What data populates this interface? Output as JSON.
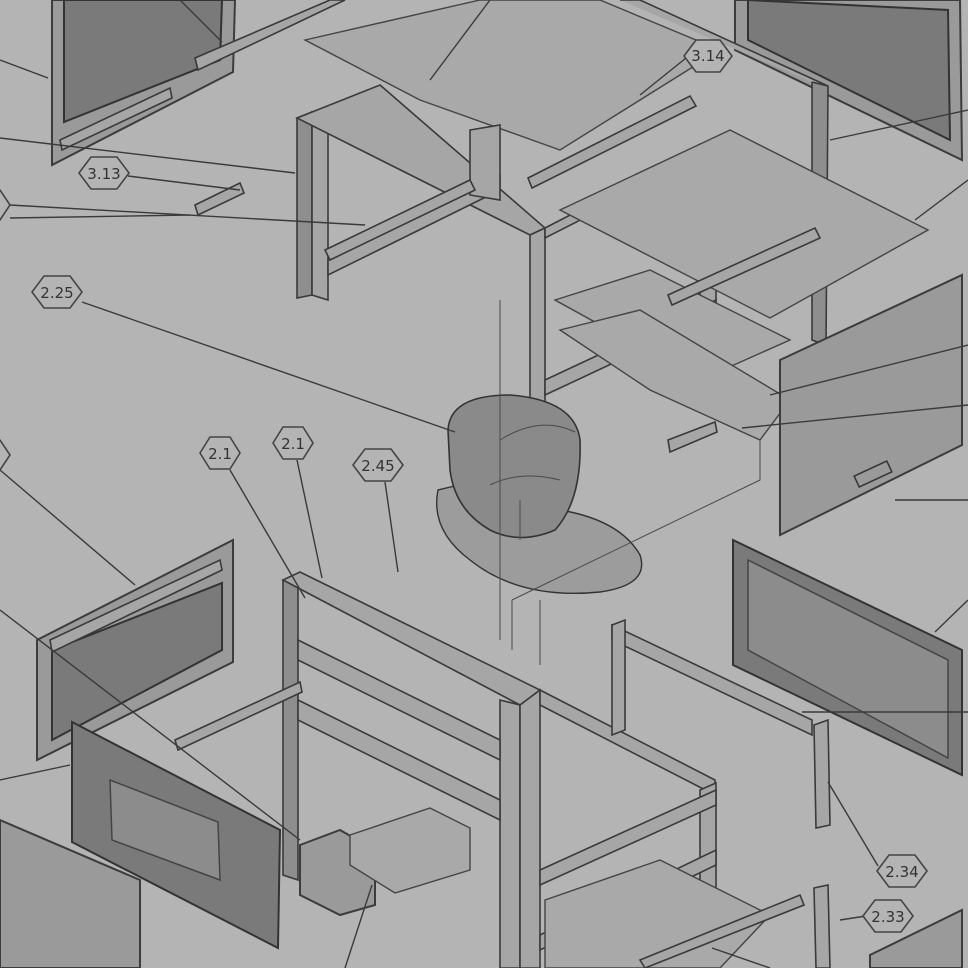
{
  "diagram": {
    "type": "exploded-assembly-drawing",
    "callouts": [
      {
        "id": "c1",
        "label": "3.14"
      },
      {
        "id": "c2",
        "label": "3.13"
      },
      {
        "id": "c3",
        "label": "2.25"
      },
      {
        "id": "c4",
        "label": "2.1"
      },
      {
        "id": "c5",
        "label": "2.1"
      },
      {
        "id": "c6",
        "label": "2.45"
      },
      {
        "id": "c7",
        "label": "2.34"
      },
      {
        "id": "c8",
        "label": "2.33"
      }
    ],
    "colors": {
      "background": "#b4b4b4",
      "line": "#3a3a3a",
      "panel": "#9a9a9a"
    }
  }
}
